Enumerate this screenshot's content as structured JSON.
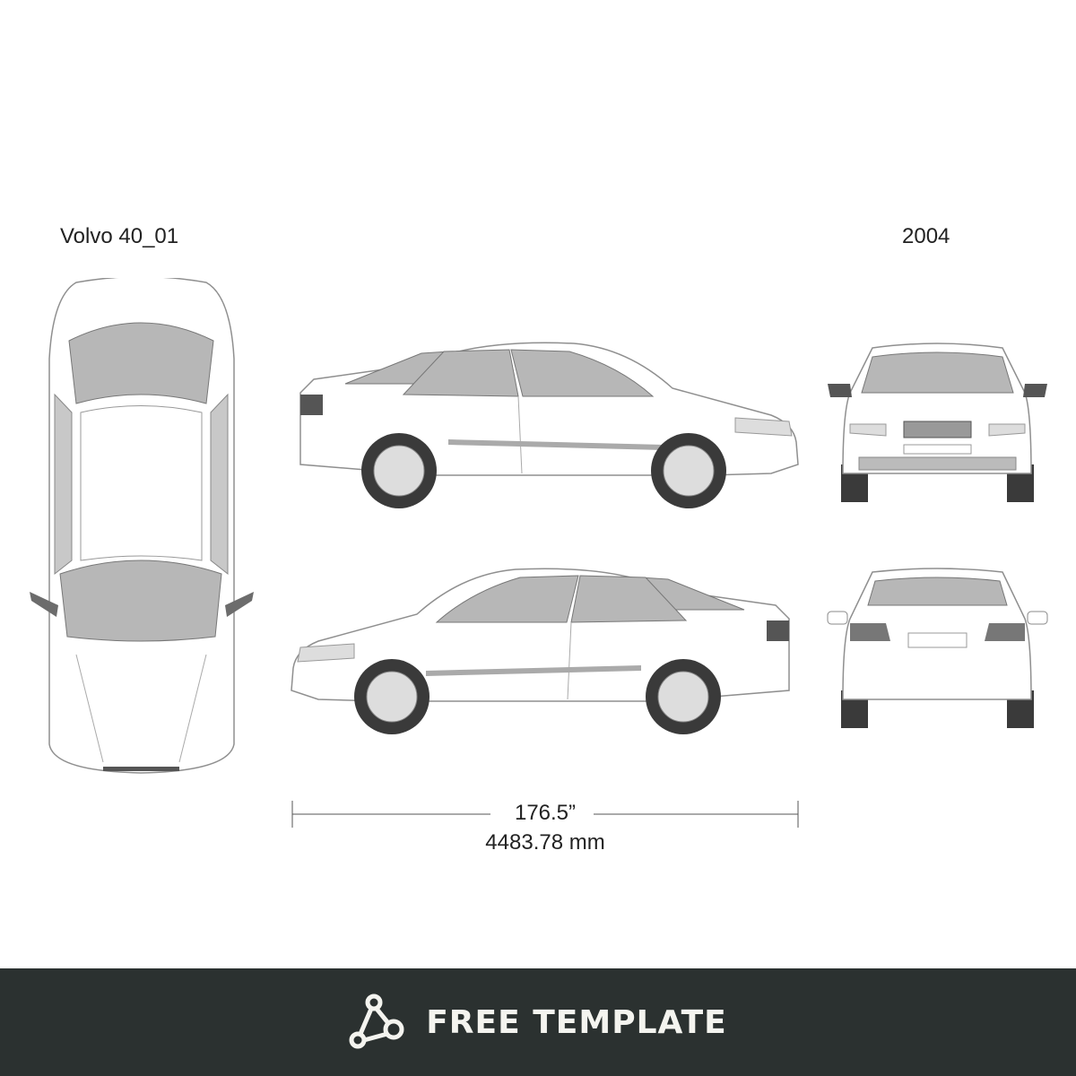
{
  "header": {
    "model": "Volvo 40_01",
    "year": "2004"
  },
  "dimension": {
    "inches": "176.5”",
    "millimeters": "4483.78 mm"
  },
  "footer": {
    "label": "FREE TEMPLATE",
    "icon": "triangle-nodes-icon"
  },
  "colors": {
    "glass": "#b7b7b7",
    "body_fill": "#ffffff",
    "outline": "#8f8f8f",
    "tire": "#3a3a3a",
    "footer_bg": "#2b3130",
    "footer_text": "#f4f4ef"
  }
}
